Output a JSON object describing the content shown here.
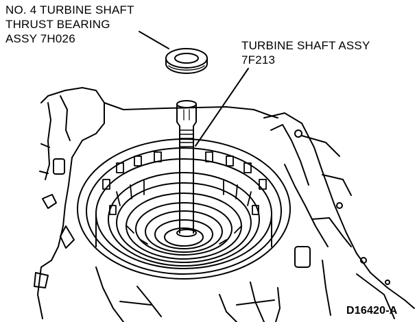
{
  "callouts": {
    "bearing": {
      "line1": "NO. 4 TURBINE SHAFT",
      "line2": "THRUST BEARING",
      "line3": "ASSY 7H026"
    },
    "shaft": {
      "line1": "TURBINE SHAFT ASSY",
      "line2": "7F213"
    }
  },
  "figure_id": "D16420-A",
  "colors": {
    "ink": "#000000",
    "paper": "#ffffff"
  }
}
